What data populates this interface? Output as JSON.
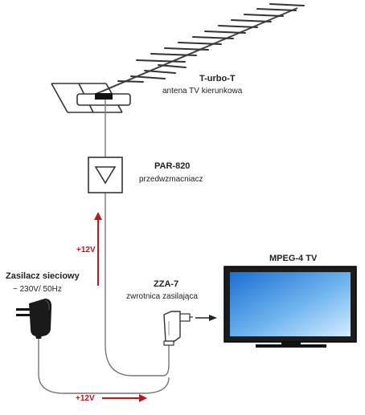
{
  "antenna": {
    "name": "T-urbo-T",
    "description": "antena TV kierunkowa"
  },
  "amplifier": {
    "name": "PAR-820",
    "description": "przedwzmacniacz"
  },
  "power_supply": {
    "name": "Zasilacz sieciowy",
    "description": "~ 230V/ 50Hz"
  },
  "splitter": {
    "name": "ZZA-7",
    "description": "zwrotnica zasilająca"
  },
  "tv": {
    "name": "MPEG-4 TV"
  },
  "voltage": {
    "vertical": "+12V",
    "horizontal": "+12V"
  },
  "colors": {
    "arrow_red": "#c0141c",
    "cable": "#777777",
    "screen_top": "#1b6fd1",
    "screen_bottom": "#bfe2ff"
  }
}
